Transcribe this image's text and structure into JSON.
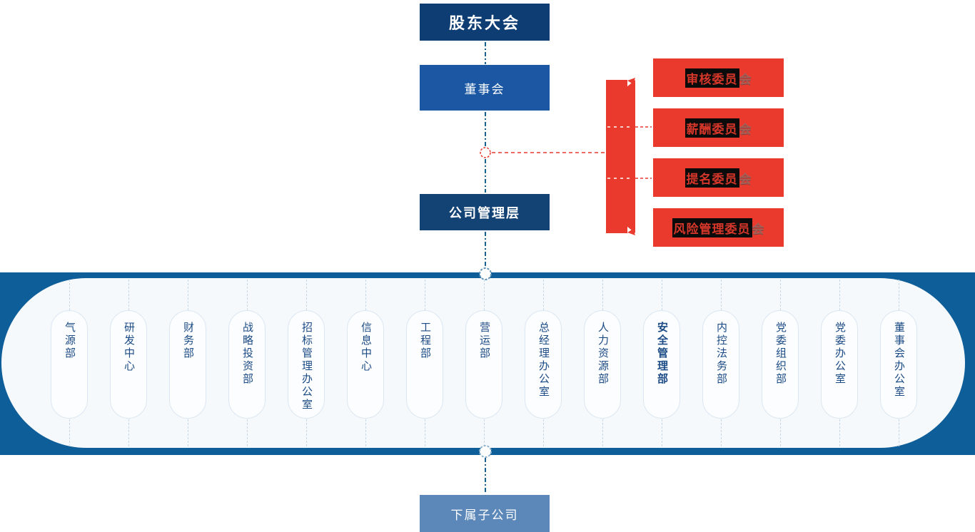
{
  "nodes": {
    "shareholders": {
      "label": "股东大会"
    },
    "board": {
      "label": "董事会"
    },
    "management": {
      "label": "公司管理层"
    },
    "subsidiary": {
      "label": "下属子公司"
    }
  },
  "committees": [
    {
      "label": "审核委员会"
    },
    {
      "label": "薪酬委员会"
    },
    {
      "label": "提名委员会"
    },
    {
      "label": "风险管理委员会"
    }
  ],
  "departments": [
    {
      "label": "气源部"
    },
    {
      "label": "研发中心"
    },
    {
      "label": "财务部"
    },
    {
      "label": "战略投资部"
    },
    {
      "label": "招标管理办公室"
    },
    {
      "label": "信息中心"
    },
    {
      "label": "工程部"
    },
    {
      "label": "营运部"
    },
    {
      "label": "总经理办公室"
    },
    {
      "label": "人力资源部"
    },
    {
      "label": "安全管理部",
      "bold": true
    },
    {
      "label": "内控法务部"
    },
    {
      "label": "党委组织部"
    },
    {
      "label": "党委办公室"
    },
    {
      "label": "董事会办公室"
    }
  ],
  "colors": {
    "shareholders_box": "#0d3d72",
    "board_box": "#1b57a3",
    "management_box": "#134274",
    "subsidiary_box": "#5b87b9",
    "committee_box": "#ea3a2e",
    "committee_highlight_bg": "#0b0b0b",
    "committee_text": "#d5362a",
    "committee_last_char": "#a85d55",
    "band": "#0d5e99",
    "stadium_bg": "#f6f9fc",
    "pill_border": "#dbe7f2",
    "pill_text": "#1c4b85",
    "connector_blue": "#1a618f",
    "connector_red": "#e8382e"
  }
}
